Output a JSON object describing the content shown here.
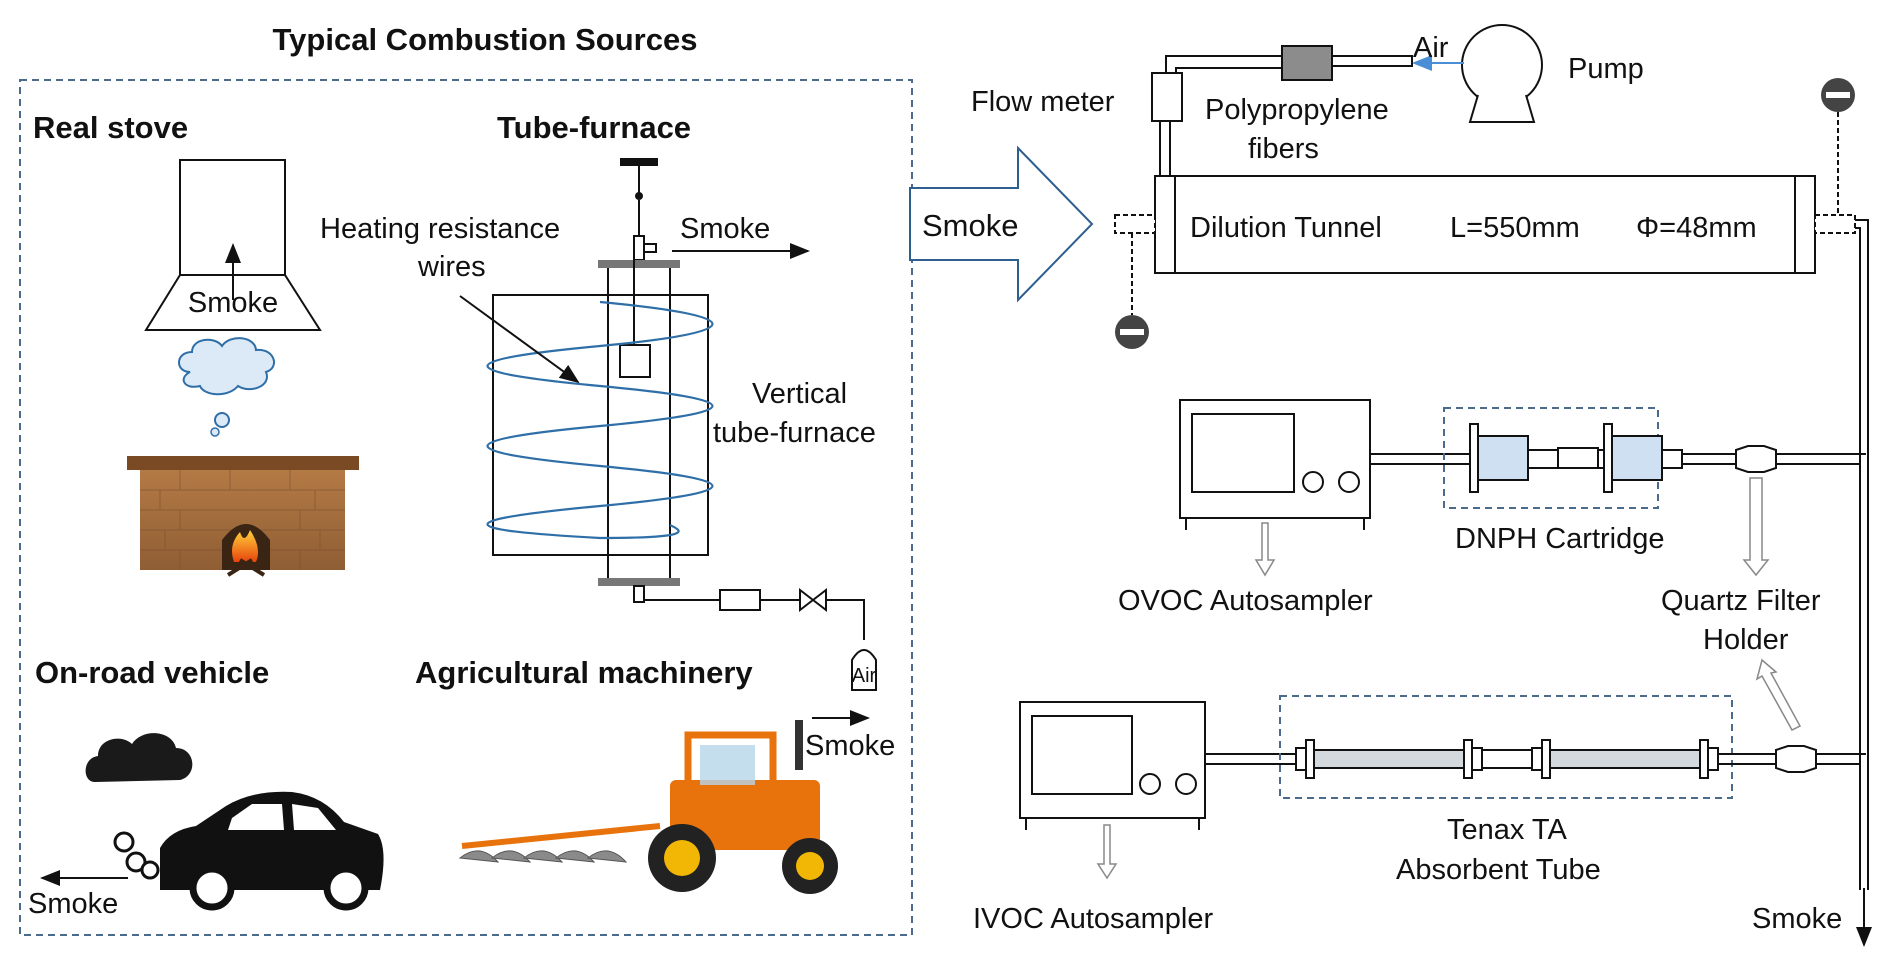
{
  "left_panel": {
    "title": "Typical Combustion Sources",
    "real_stove": {
      "heading": "Real stove",
      "smoke": "Smoke"
    },
    "tube_furnace": {
      "heading": "Tube-furnace",
      "heating_label_line1": "Heating resistance",
      "heating_label_line2": "wires",
      "smoke": "Smoke",
      "vertical_line1": "Vertical",
      "vertical_line2": "tube-furnace",
      "air": "Air"
    },
    "vehicle": {
      "heading": "On-road vehicle",
      "smoke": "Smoke"
    },
    "machinery": {
      "heading": "Agricultural machinery",
      "smoke": "Smoke"
    }
  },
  "right_panel": {
    "smoke_arrow": "Smoke",
    "air": "Air",
    "pump": "Pump",
    "flow_meter": "Flow meter",
    "polypropylene_line1": "Polypropylene",
    "polypropylene_line2": "fibers",
    "tunnel_name": "Dilution Tunnel",
    "tunnel_length": "L=550mm",
    "tunnel_diameter": "Φ=48mm",
    "ovoc": "OVOC Autosampler",
    "dnph": "DNPH Cartridge",
    "quartz_line1": "Quartz Filter",
    "quartz_line2": "Holder",
    "tenax_line1": "Tenax TA",
    "tenax_line2": "Absorbent Tube",
    "ivoc": "IVOC Autosampler",
    "smoke_out": "Smoke"
  },
  "colors": {
    "dashed_border": "#4a6b8c",
    "coil": "#2f6fa8",
    "arrow_outline": "#2f5f8f",
    "air_arrow": "#4a8fd6",
    "cartridge_fill": "#cfe0f2",
    "tractor_orange": "#e8720c",
    "brick": "#a56f3f"
  }
}
